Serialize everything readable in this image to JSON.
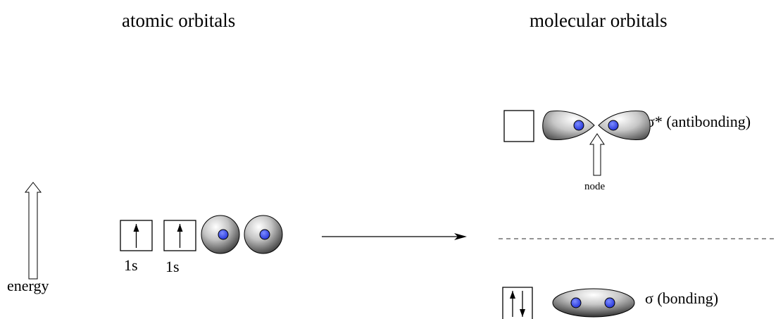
{
  "headings": {
    "atomic": "atomic orbitals",
    "molecular": "molecular orbitals"
  },
  "labels": {
    "energy": "energy",
    "ao_left": "1s",
    "ao_right": "1s",
    "node": "node",
    "antibonding": "σ* (antibonding)",
    "bonding": "σ (bonding)"
  },
  "colors": {
    "nucleus": "#3a4cf0",
    "lobe_dark": "#4a4a4a",
    "lobe_light": "#ffffff"
  },
  "electrons": {
    "ao_left": [
      "up"
    ],
    "ao_right": [
      "up"
    ],
    "antibonding": [],
    "bonding": [
      "up",
      "down"
    ]
  }
}
